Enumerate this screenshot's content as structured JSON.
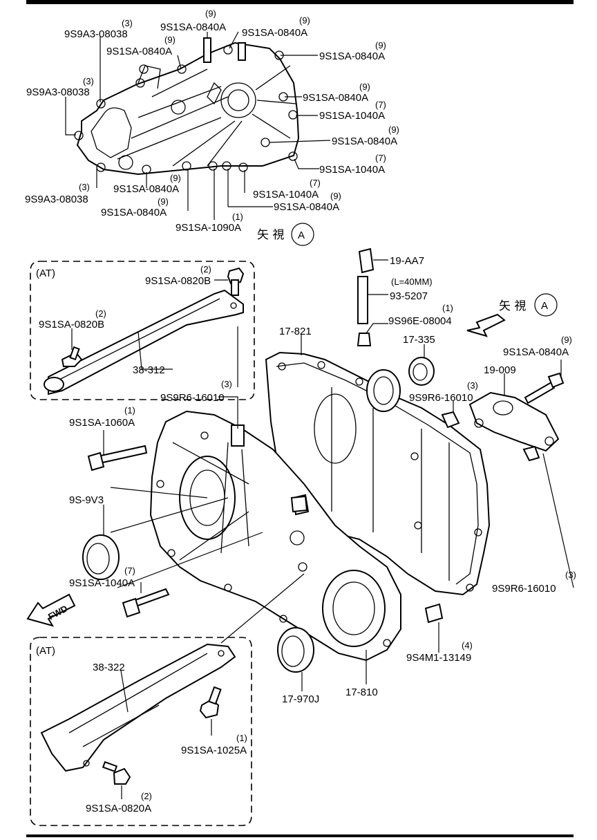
{
  "view_label": {
    "text": "矢 視",
    "letter": "A"
  },
  "at_label": "(AT)",
  "fwd_label": "FWD",
  "top_view": {
    "callouts": [
      {
        "part": "9S9A3-08038",
        "qty": "(3)"
      },
      {
        "part": "9S1SA-0840A",
        "qty": "(9)"
      },
      {
        "part": "9S1SA-0840A",
        "qty": "(9)"
      },
      {
        "part": "9S1SA-0840A",
        "qty": "(9)"
      },
      {
        "part": "9S1SA-0840A",
        "qty": "(9)"
      },
      {
        "part": "9S9A3-08038",
        "qty": "(3)"
      },
      {
        "part": "9S1SA-0840A",
        "qty": "(9)"
      },
      {
        "part": "9S1SA-1040A",
        "qty": "(7)"
      },
      {
        "part": "9S1SA-0840A",
        "qty": "(9)"
      },
      {
        "part": "9S1SA-1040A",
        "qty": "(7)"
      },
      {
        "part": "9S9A3-08038",
        "qty": "(3)"
      },
      {
        "part": "9S1SA-0840A",
        "qty": "(9)"
      },
      {
        "part": "9S1SA-1040A",
        "qty": "(7)"
      },
      {
        "part": "9S1SA-0840A",
        "qty": "(9)"
      },
      {
        "part": "9S1SA-0840A",
        "qty": "(9)"
      },
      {
        "part": "9S1SA-1090A",
        "qty": "(1)"
      }
    ]
  },
  "main_view": {
    "callouts": [
      {
        "part": "19-AA7",
        "qty": ""
      },
      {
        "part": "93-5207",
        "qty": "(L=40MM)"
      },
      {
        "part": "9S96E-08004",
        "qty": "(1)"
      },
      {
        "part": "17-335",
        "qty": ""
      },
      {
        "part": "17-821",
        "qty": ""
      },
      {
        "part": "9S1SA-0820B",
        "qty": "(2)"
      },
      {
        "part": "9S1SA-0820B",
        "qty": "(2)"
      },
      {
        "part": "38-312",
        "qty": ""
      },
      {
        "part": "9S9R6-16010",
        "qty": "(3)"
      },
      {
        "part": "9S9R6-16010",
        "qty": "(3)"
      },
      {
        "part": "19-009",
        "qty": ""
      },
      {
        "part": "9S1SA-0840A",
        "qty": "(9)"
      },
      {
        "part": "9S1SA-1060A",
        "qty": "(1)"
      },
      {
        "part": "9S-9V3",
        "qty": ""
      },
      {
        "part": "9S1SA-1040A",
        "qty": "(7)"
      },
      {
        "part": "9S9R6-16010",
        "qty": "(3)"
      },
      {
        "part": "9S4M1-13149",
        "qty": "(4)"
      },
      {
        "part": "17-970J",
        "qty": ""
      },
      {
        "part": "17-810",
        "qty": ""
      },
      {
        "part": "38-322",
        "qty": ""
      },
      {
        "part": "9S1SA-1025A",
        "qty": "(1)"
      },
      {
        "part": "9S1SA-0820A",
        "qty": "(2)"
      }
    ]
  }
}
